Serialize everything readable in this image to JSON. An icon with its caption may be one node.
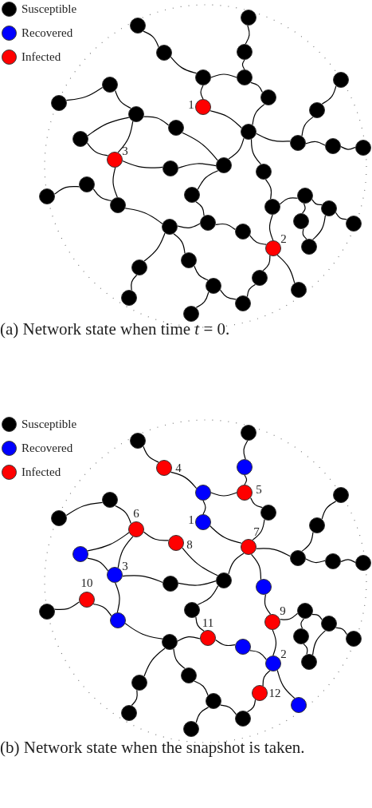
{
  "diagram": {
    "nodes": [
      {
        "text": [],
        "shape": "circle"
      },
      {
        "text": [],
        "shape": "circle"
      },
      {
        "text": [],
        "shape": "circle"
      },
      {
        "text": [],
        "shape": "circle"
      },
      {
        "text": [],
        "shape": "circle"
      },
      {
        "text": [],
        "shape": "circle"
      },
      {
        "text": [],
        "shape": "circle",
        "beside": [
          "1"
        ]
      },
      {
        "text": [],
        "shape": "circle"
      },
      {
        "text": [],
        "shape": "circle"
      },
      {
        "text": [],
        "shape": "circle"
      },
      {
        "text": [],
        "shape": "circle"
      },
      {
        "text": [],
        "shape": "circle"
      },
      {
        "text": [],
        "shape": "circle"
      },
      {
        "text": [],
        "shape": "circle"
      },
      {
        "text": [],
        "shape": "circle"
      },
      {
        "text": [],
        "shape": "circle"
      },
      {
        "text": [],
        "shape": "circle"
      },
      {
        "text": [],
        "shape": "circle"
      },
      {
        "text": [],
        "shape": "circle"
      },
      {
        "text": [],
        "shape": "circle",
        "beside": [
          "3"
        ]
      },
      {
        "text": [],
        "shape": "circle"
      },
      {
        "text": [],
        "shape": "circle"
      },
      {
        "text": [],
        "shape": "circle"
      },
      {
        "text": [],
        "shape": "circle"
      },
      {
        "text": [],
        "shape": "circle"
      },
      {
        "text": [],
        "shape": "circle"
      },
      {
        "text": [],
        "shape": "circle"
      },
      {
        "text": [],
        "shape": "circle"
      },
      {
        "text": [],
        "shape": "circle"
      },
      {
        "text": [],
        "shape": "circle"
      },
      {
        "text": [],
        "shape": "circle"
      },
      {
        "text": [],
        "shape": "circle"
      },
      {
        "text": [],
        "shape": "circle"
      },
      {
        "text": [],
        "shape": "circle"
      },
      {
        "text": [],
        "shape": "circle"
      },
      {
        "text": [],
        "shape": "circle"
      },
      {
        "text": [],
        "shape": "circle",
        "beside": [
          "2"
        ]
      },
      {
        "text": [],
        "shape": "circle"
      },
      {
        "text": [],
        "shape": "circle"
      },
      {
        "text": [],
        "shape": "circle"
      },
      {
        "text": [],
        "shape": "circle"
      },
      {
        "text": [],
        "shape": "circle"
      },
      {
        "text": [],
        "shape": "circle"
      },
      {
        "text": [],
        "shape": "circle"
      },
      {
        "text": [],
        "shape": "circle"
      },
      {
        "text": [],
        "shape": "circle"
      },
      {
        "text": [],
        "shape": "circle",
        "beside": [
          "4"
        ]
      },
      {
        "text": [],
        "shape": "circle"
      },
      {
        "text": [],
        "shape": "circle",
        "beside": [
          "5"
        ]
      },
      {
        "text": [],
        "shape": "circle"
      },
      {
        "text": [],
        "shape": "circle"
      },
      {
        "text": [],
        "shape": "circle",
        "beside": [
          "1"
        ]
      },
      {
        "text": [],
        "shape": "circle"
      },
      {
        "text": [],
        "shape": "circle",
        "beside": [
          "7"
        ]
      },
      {
        "text": [],
        "shape": "circle"
      },
      {
        "text": [],
        "shape": "circle"
      },
      {
        "text": [],
        "shape": "circle"
      },
      {
        "text": [],
        "shape": "circle"
      },
      {
        "text": [],
        "shape": "circle"
      },
      {
        "text": [],
        "shape": "circle"
      },
      {
        "text": [],
        "shape": "circle"
      },
      {
        "text": [],
        "shape": "circle",
        "beside": [
          "6"
        ]
      },
      {
        "text": [],
        "shape": "circle",
        "beside": [
          "8"
        ]
      },
      {
        "text": [],
        "shape": "circle"
      },
      {
        "text": [],
        "shape": "circle",
        "beside": [
          "3"
        ]
      },
      {
        "text": [],
        "shape": "circle"
      },
      {
        "text": [],
        "shape": "circle"
      },
      {
        "text": [],
        "shape": "circle",
        "beside": [
          "10"
        ]
      },
      {
        "text": [],
        "shape": "circle"
      },
      {
        "text": [],
        "shape": "circle"
      },
      {
        "text": [],
        "shape": "circle"
      },
      {
        "text": [],
        "shape": "circle"
      },
      {
        "text": [],
        "shape": "circle",
        "beside": [
          "9"
        ]
      },
      {
        "text": [],
        "shape": "circle"
      },
      {
        "text": [],
        "shape": "circle"
      },
      {
        "text": [],
        "shape": "circle"
      },
      {
        "text": [],
        "shape": "circle"
      },
      {
        "text": [],
        "shape": "circle"
      },
      {
        "text": [],
        "shape": "circle"
      },
      {
        "text": [],
        "shape": "circle",
        "beside": [
          "11"
        ]
      },
      {
        "text": [],
        "shape": "circle"
      },
      {
        "text": [],
        "shape": "circle",
        "beside": [
          "2"
        ]
      },
      {
        "text": [],
        "shape": "circle"
      },
      {
        "text": [],
        "shape": "circle"
      },
      {
        "text": [],
        "shape": "circle"
      },
      {
        "text": [],
        "shape": "circle"
      },
      {
        "text": [],
        "shape": "circle"
      },
      {
        "text": [],
        "shape": "circle"
      },
      {
        "text": [],
        "shape": "circle",
        "beside": [
          "12"
        ]
      },
      {
        "text": [],
        "shape": "circle"
      }
    ],
    "edges": [
      {
        "from": 0,
        "to": 1,
        "arrow": "none"
      },
      {
        "from": 1,
        "to": 2,
        "arrow": "none"
      },
      {
        "from": 2,
        "to": 3,
        "arrow": "none"
      },
      {
        "from": 2,
        "to": 6,
        "arrow": "none"
      },
      {
        "from": 3,
        "to": 4,
        "arrow": "none"
      },
      {
        "from": 4,
        "to": 5,
        "arrow": "none"
      },
      {
        "from": 3,
        "to": 7,
        "arrow": "none"
      },
      {
        "from": 7,
        "to": 8,
        "arrow": "none"
      },
      {
        "from": 6,
        "to": 8,
        "arrow": "none"
      },
      {
        "from": 8,
        "to": 9,
        "arrow": "none"
      },
      {
        "from": 9,
        "to": 10,
        "arrow": "none"
      },
      {
        "from": 10,
        "to": 11,
        "arrow": "none"
      },
      {
        "from": 9,
        "to": 12,
        "arrow": "none"
      },
      {
        "from": 12,
        "to": 13,
        "arrow": "none"
      },
      {
        "from": 8,
        "to": 21,
        "arrow": "none"
      },
      {
        "from": 8,
        "to": 26,
        "arrow": "none"
      },
      {
        "from": 14,
        "to": 15,
        "arrow": "none"
      },
      {
        "from": 14,
        "to": 16,
        "arrow": "none"
      },
      {
        "from": 16,
        "to": 17,
        "arrow": "none"
      },
      {
        "from": 16,
        "to": 18,
        "arrow": "none"
      },
      {
        "from": 16,
        "to": 19,
        "arrow": "none"
      },
      {
        "from": 18,
        "to": 19,
        "arrow": "none"
      },
      {
        "from": 17,
        "to": 21,
        "arrow": "none"
      },
      {
        "from": 19,
        "to": 20,
        "arrow": "none"
      },
      {
        "from": 20,
        "to": 21,
        "arrow": "none"
      },
      {
        "from": 19,
        "to": 24,
        "arrow": "none"
      },
      {
        "from": 24,
        "to": 22,
        "arrow": "none"
      },
      {
        "from": 22,
        "to": 23,
        "arrow": "none"
      },
      {
        "from": 24,
        "to": 33,
        "arrow": "none"
      },
      {
        "from": 21,
        "to": 25,
        "arrow": "none"
      },
      {
        "from": 25,
        "to": 34,
        "arrow": "none"
      },
      {
        "from": 33,
        "to": 34,
        "arrow": "none"
      },
      {
        "from": 34,
        "to": 35,
        "arrow": "none"
      },
      {
        "from": 35,
        "to": 36,
        "arrow": "none"
      },
      {
        "from": 26,
        "to": 27,
        "arrow": "none"
      },
      {
        "from": 27,
        "to": 36,
        "arrow": "none"
      },
      {
        "from": 27,
        "to": 28,
        "arrow": "none"
      },
      {
        "from": 28,
        "to": 29,
        "arrow": "none"
      },
      {
        "from": 28,
        "to": 31,
        "arrow": "none"
      },
      {
        "from": 31,
        "to": 32,
        "arrow": "none"
      },
      {
        "from": 29,
        "to": 32,
        "arrow": "none"
      },
      {
        "from": 29,
        "to": 30,
        "arrow": "none"
      },
      {
        "from": 33,
        "to": 38,
        "arrow": "none"
      },
      {
        "from": 38,
        "to": 39,
        "arrow": "none"
      },
      {
        "from": 33,
        "to": 37,
        "arrow": "none"
      },
      {
        "from": 37,
        "to": 40,
        "arrow": "none"
      },
      {
        "from": 40,
        "to": 41,
        "arrow": "none"
      },
      {
        "from": 40,
        "to": 42,
        "arrow": "none"
      },
      {
        "from": 42,
        "to": 43,
        "arrow": "none"
      },
      {
        "from": 43,
        "to": 36,
        "arrow": "none"
      },
      {
        "from": 36,
        "to": 44,
        "arrow": "none"
      },
      {
        "from": 45,
        "to": 46,
        "arrow": "none"
      },
      {
        "from": 46,
        "to": 47,
        "arrow": "none"
      },
      {
        "from": 47,
        "to": 48,
        "arrow": "none"
      },
      {
        "from": 47,
        "to": 51,
        "arrow": "none"
      },
      {
        "from": 48,
        "to": 49,
        "arrow": "none"
      },
      {
        "from": 49,
        "to": 50,
        "arrow": "none"
      },
      {
        "from": 48,
        "to": 52,
        "arrow": "none"
      },
      {
        "from": 52,
        "to": 53,
        "arrow": "none"
      },
      {
        "from": 51,
        "to": 53,
        "arrow": "none"
      },
      {
        "from": 53,
        "to": 54,
        "arrow": "none"
      },
      {
        "from": 54,
        "to": 55,
        "arrow": "none"
      },
      {
        "from": 55,
        "to": 56,
        "arrow": "none"
      },
      {
        "from": 54,
        "to": 57,
        "arrow": "none"
      },
      {
        "from": 57,
        "to": 58,
        "arrow": "none"
      },
      {
        "from": 53,
        "to": 66,
        "arrow": "none"
      },
      {
        "from": 53,
        "to": 71,
        "arrow": "none"
      },
      {
        "from": 59,
        "to": 60,
        "arrow": "none"
      },
      {
        "from": 59,
        "to": 61,
        "arrow": "none"
      },
      {
        "from": 61,
        "to": 62,
        "arrow": "none"
      },
      {
        "from": 61,
        "to": 63,
        "arrow": "none"
      },
      {
        "from": 61,
        "to": 64,
        "arrow": "none"
      },
      {
        "from": 63,
        "to": 64,
        "arrow": "none"
      },
      {
        "from": 62,
        "to": 66,
        "arrow": "none"
      },
      {
        "from": 64,
        "to": 65,
        "arrow": "none"
      },
      {
        "from": 65,
        "to": 66,
        "arrow": "none"
      },
      {
        "from": 64,
        "to": 69,
        "arrow": "none"
      },
      {
        "from": 69,
        "to": 67,
        "arrow": "none"
      },
      {
        "from": 67,
        "to": 68,
        "arrow": "none"
      },
      {
        "from": 69,
        "to": 78,
        "arrow": "none"
      },
      {
        "from": 66,
        "to": 70,
        "arrow": "none"
      },
      {
        "from": 70,
        "to": 79,
        "arrow": "none"
      },
      {
        "from": 78,
        "to": 79,
        "arrow": "none"
      },
      {
        "from": 79,
        "to": 80,
        "arrow": "none"
      },
      {
        "from": 80,
        "to": 81,
        "arrow": "none"
      },
      {
        "from": 71,
        "to": 72,
        "arrow": "none"
      },
      {
        "from": 72,
        "to": 81,
        "arrow": "none"
      },
      {
        "from": 72,
        "to": 73,
        "arrow": "none"
      },
      {
        "from": 73,
        "to": 74,
        "arrow": "none"
      },
      {
        "from": 73,
        "to": 76,
        "arrow": "none"
      },
      {
        "from": 76,
        "to": 77,
        "arrow": "none"
      },
      {
        "from": 74,
        "to": 77,
        "arrow": "none"
      },
      {
        "from": 74,
        "to": 75,
        "arrow": "none"
      },
      {
        "from": 78,
        "to": 83,
        "arrow": "none"
      },
      {
        "from": 83,
        "to": 84,
        "arrow": "none"
      },
      {
        "from": 78,
        "to": 82,
        "arrow": "none"
      },
      {
        "from": 82,
        "to": 85,
        "arrow": "none"
      },
      {
        "from": 85,
        "to": 86,
        "arrow": "none"
      },
      {
        "from": 85,
        "to": 87,
        "arrow": "none"
      },
      {
        "from": 87,
        "to": 88,
        "arrow": "none"
      },
      {
        "from": 88,
        "to": 81,
        "arrow": "none"
      },
      {
        "from": 81,
        "to": 89,
        "arrow": "none"
      }
    ],
    "labels": [
      "(a) Network state when time *t* = 0.",
      "(b) Network state when the snapshot is taken."
    ],
    "legend": [
      {
        "text": "Susceptible",
        "color": "#000000"
      },
      {
        "text": "Recovered",
        "color": "#0000ff"
      },
      {
        "text": "Infected",
        "color": "#ff0000"
      },
      {
        "text": "Susceptible",
        "color": "#000000"
      },
      {
        "text": "Recovered",
        "color": "#0000ff"
      },
      {
        "text": "Infected",
        "color": "#ff0000"
      }
    ]
  }
}
